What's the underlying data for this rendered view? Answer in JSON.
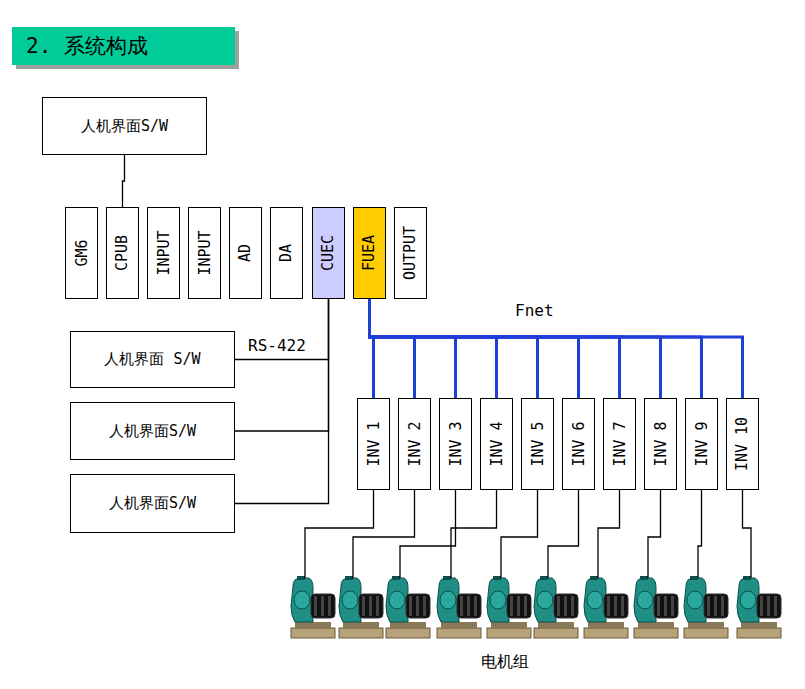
{
  "diagram": {
    "title": "2. 系统构成",
    "nodes": [
      {
        "text": [
          "人机界面S/W"
        ]
      },
      {
        "text": [
          "GM6"
        ]
      },
      {
        "text": [
          "CPUB"
        ]
      },
      {
        "text": [
          "INPUT"
        ]
      },
      {
        "text": [
          "INPUT"
        ]
      },
      {
        "text": [
          "AD"
        ]
      },
      {
        "text": [
          "DA"
        ]
      },
      {
        "text": [
          "CUEC"
        ]
      },
      {
        "text": [
          "FUEA"
        ]
      },
      {
        "text": [
          "OUTPUT"
        ]
      },
      {
        "text": [
          "人机界面 S/W"
        ]
      },
      {
        "text": [
          "人机界面S/W"
        ]
      },
      {
        "text": [
          "人机界面S/W"
        ]
      },
      {
        "text": [
          "INV 1"
        ]
      },
      {
        "text": [
          "INV 2"
        ]
      },
      {
        "text": [
          "INV 3"
        ]
      },
      {
        "text": [
          "INV 4"
        ]
      },
      {
        "text": [
          "INV 5"
        ]
      },
      {
        "text": [
          "INV 6"
        ]
      },
      {
        "text": [
          "INV 7"
        ]
      },
      {
        "text": [
          "INV 8"
        ]
      },
      {
        "text": [
          "INV 9"
        ]
      },
      {
        "text": [
          "INV 10"
        ]
      }
    ],
    "edges": [
      {
        "from": 0,
        "to": 2,
        "arrow": "none"
      },
      {
        "from": 7,
        "to": 10,
        "arrow": "none"
      },
      {
        "from": 7,
        "to": 11,
        "arrow": "none"
      },
      {
        "from": 7,
        "to": 12,
        "arrow": "none"
      },
      {
        "from": 8,
        "to": 13,
        "arrow": "none"
      },
      {
        "from": 8,
        "to": 14,
        "arrow": "none"
      },
      {
        "from": 8,
        "to": 15,
        "arrow": "none"
      },
      {
        "from": 8,
        "to": 16,
        "arrow": "none"
      },
      {
        "from": 8,
        "to": 17,
        "arrow": "none"
      },
      {
        "from": 8,
        "to": 18,
        "arrow": "none"
      },
      {
        "from": 8,
        "to": 19,
        "arrow": "none"
      },
      {
        "from": 8,
        "to": 20,
        "arrow": "none"
      },
      {
        "from": 8,
        "to": 21,
        "arrow": "none"
      },
      {
        "from": 8,
        "to": 22,
        "arrow": "none"
      }
    ],
    "labels": [
      "Fnet",
      "RS-422",
      "电机组"
    ]
  }
}
